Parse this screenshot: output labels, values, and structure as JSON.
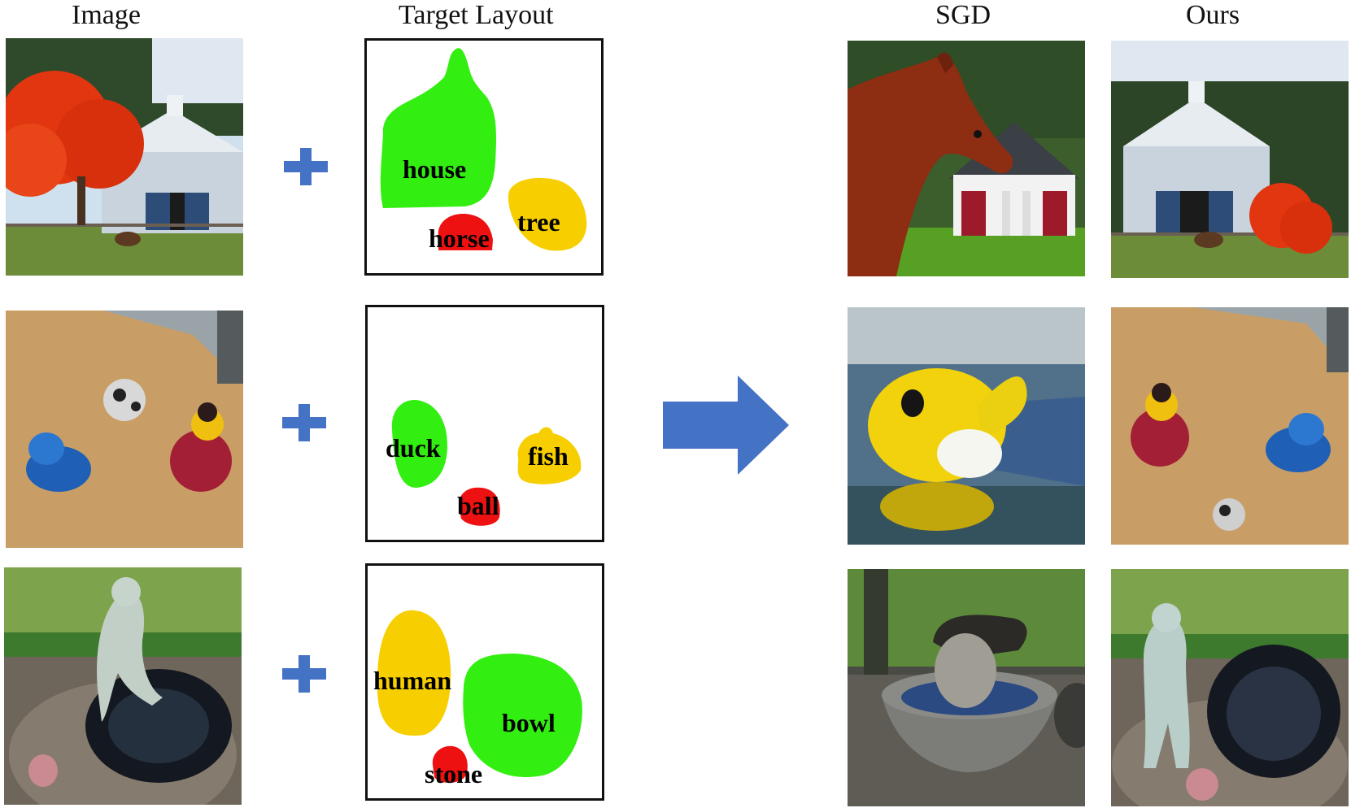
{
  "headers": {
    "image": "Image",
    "target_layout": "Target Layout",
    "sgd": "SGD",
    "ours": "Ours"
  },
  "colors": {
    "plus": "#4472c4",
    "arrow": "#4472c4",
    "blob_green": "#33ee11",
    "blob_yellow": "#f7cf00",
    "blob_red": "#ee1111"
  },
  "rows": [
    {
      "layout_labels": {
        "a": "house",
        "b": "tree",
        "c": "horse"
      }
    },
    {
      "layout_labels": {
        "a": "duck",
        "b": "fish",
        "c": "ball"
      }
    },
    {
      "layout_labels": {
        "a": "human",
        "b": "bowl",
        "c": "stone"
      }
    }
  ]
}
